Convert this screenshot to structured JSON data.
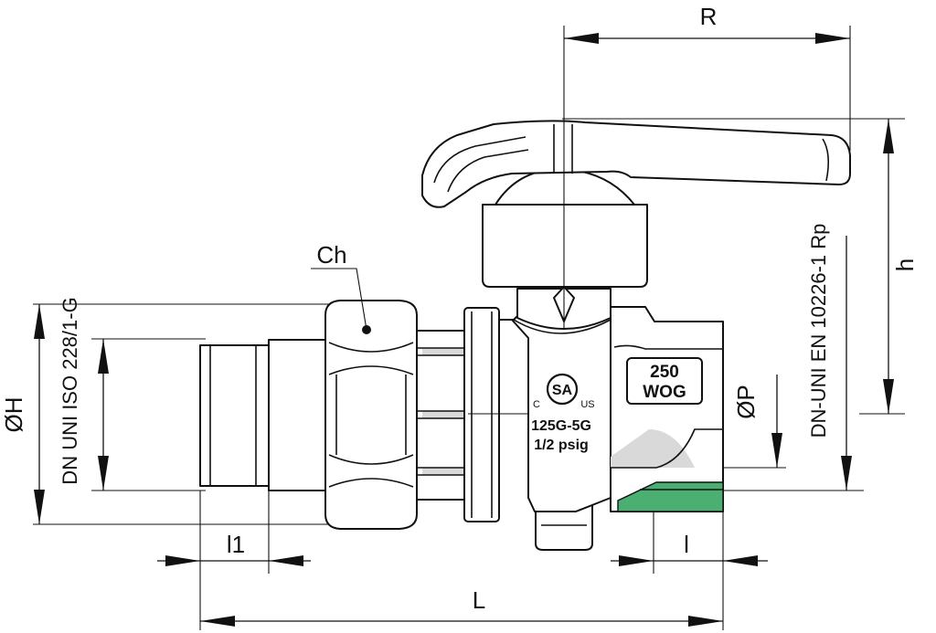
{
  "diagram": {
    "dimension_labels": {
      "R": "R",
      "h": "h",
      "Ch": "Ch",
      "OH": "ØH",
      "OP": "ØP",
      "l1": "l1",
      "l": "l",
      "L": "L"
    },
    "standards": {
      "male_thread": "DN UNI ISO 228/1-G",
      "female_thread": "DN-UNI EN 10226-1 Rp"
    },
    "body_markings": {
      "pressure_rating": [
        "250",
        "WOG"
      ],
      "gas_rating": "125G-5G",
      "psig": "1/2 psig",
      "cert_left": "C",
      "cert_right": "US",
      "cert_logo": "SA"
    },
    "icons": {
      "certification": "csa-certification-icon"
    },
    "colors": {
      "line": "#111111",
      "thread_accent": "#4caf72",
      "shading": "#d9d9d9"
    }
  }
}
